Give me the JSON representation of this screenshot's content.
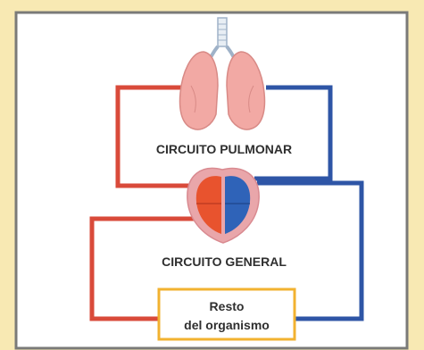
{
  "diagram": {
    "labels": {
      "pulmonary_circuit": "CIRCUITO PULMONAR",
      "general_circuit": "CIRCUITO GENERAL",
      "rest_of_body_line1": "Resto",
      "rest_of_body_line2": "del organismo"
    },
    "colors": {
      "background": "#f8e9b3",
      "panel": "#ffffff",
      "panel_border": "#7a7a78",
      "oxygenated": "#d94a3a",
      "deoxygenated": "#2e55a6",
      "lungs": "#f2a9a4",
      "heart_outline": "#e9a6aa",
      "body_box_border": "#f2b230"
    }
  }
}
